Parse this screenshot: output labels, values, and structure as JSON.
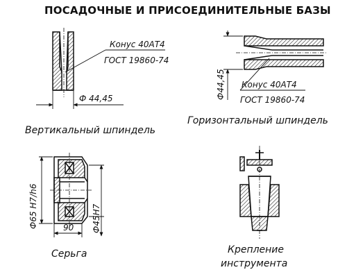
{
  "title": "ПОСАДОЧНЫЕ И ПРИСОЕДИНИТЕЛЬНЫЕ БАЗЫ",
  "vertical": {
    "cone_label": "Конус 40АТ4",
    "standard": "ГОСТ 19860-74",
    "diameter": "Ф 44,45",
    "caption": "Вертикальный шпиндель"
  },
  "horizontal": {
    "cone_label": "Конус 40АТ4",
    "standard": "ГОСТ 19860-74",
    "diameter": "Ф44,45",
    "caption": "Горизонтальный шпиндель"
  },
  "earring": {
    "outer_fit": "Ф65 H7/h6",
    "inner_fit": "Ф45H7",
    "width": "90",
    "caption": "Серьга"
  },
  "tool_mount": {
    "caption_line1": "Крепление",
    "caption_line2": "инструмента"
  }
}
